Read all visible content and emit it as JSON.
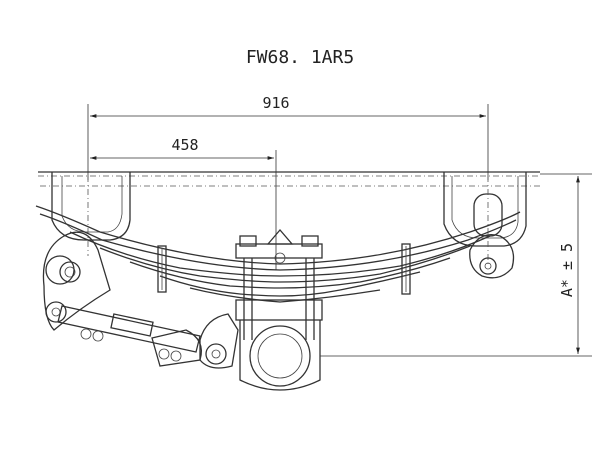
{
  "title": "FW68. 1AR5",
  "dimensions": {
    "overall_width": "916",
    "half_width": "458",
    "height_label": "A* ± 5"
  },
  "colors": {
    "line": "#333333",
    "background": "#ffffff"
  }
}
